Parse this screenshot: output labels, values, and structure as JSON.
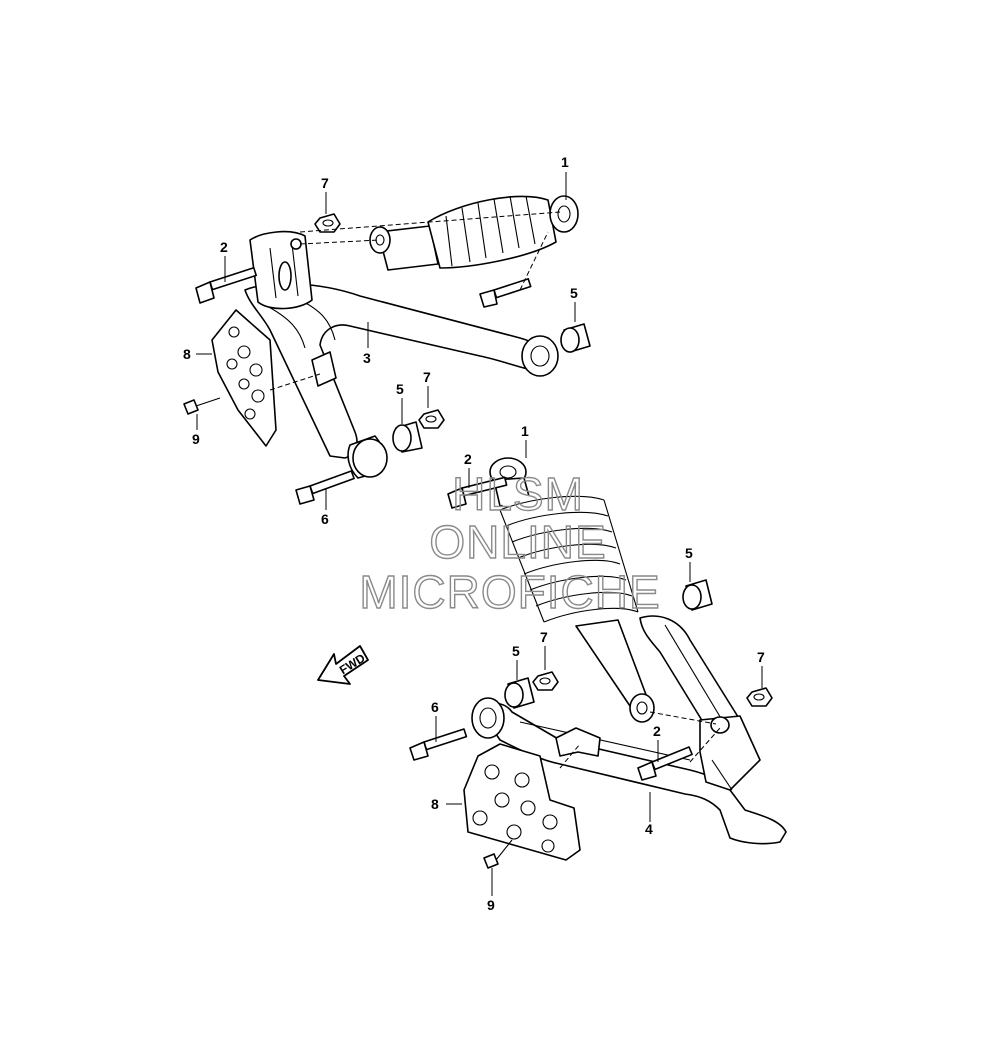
{
  "watermark": {
    "line1": "HLSM",
    "line2": "ONLINE",
    "line3": "MICROFICHE"
  },
  "fwd_label": "FWD",
  "callouts": [
    {
      "id": "c-top-1",
      "label": "1"
    },
    {
      "id": "c-top-2",
      "label": "2"
    },
    {
      "id": "c-top-3",
      "label": "3"
    },
    {
      "id": "c-top-5a",
      "label": "5"
    },
    {
      "id": "c-top-5b",
      "label": "5"
    },
    {
      "id": "c-top-6",
      "label": "6"
    },
    {
      "id": "c-top-7a",
      "label": "7"
    },
    {
      "id": "c-top-7b",
      "label": "7"
    },
    {
      "id": "c-top-8",
      "label": "8"
    },
    {
      "id": "c-top-9",
      "label": "9"
    },
    {
      "id": "c-bot-1",
      "label": "1"
    },
    {
      "id": "c-bot-2a",
      "label": "2"
    },
    {
      "id": "c-bot-2b",
      "label": "2"
    },
    {
      "id": "c-bot-4",
      "label": "4"
    },
    {
      "id": "c-bot-5a",
      "label": "5"
    },
    {
      "id": "c-bot-5b",
      "label": "5"
    },
    {
      "id": "c-bot-6",
      "label": "6"
    },
    {
      "id": "c-bot-7a",
      "label": "7"
    },
    {
      "id": "c-bot-7b",
      "label": "7"
    },
    {
      "id": "c-bot-8",
      "label": "8"
    },
    {
      "id": "c-bot-9",
      "label": "9"
    }
  ]
}
